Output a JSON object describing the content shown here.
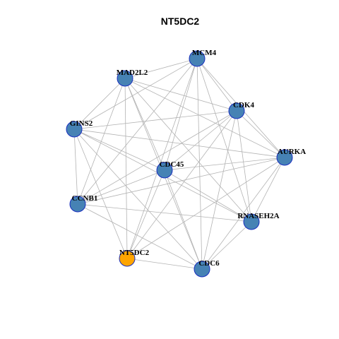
{
  "title": "NT5DC2",
  "colors": {
    "hub_node": "#FFA500",
    "node": "#4682B4",
    "node_border": "#1A2FBF",
    "edge": "#B3B3B3"
  },
  "nodes": [
    {
      "id": "MCM4",
      "label": "MCM4",
      "hub": false
    },
    {
      "id": "MAD2L2",
      "label": "MAD2L2",
      "hub": false
    },
    {
      "id": "CDK4",
      "label": "CDK4",
      "hub": false
    },
    {
      "id": "GINS2",
      "label": "GINS2",
      "hub": false
    },
    {
      "id": "AURKA",
      "label": "AURKA",
      "hub": false
    },
    {
      "id": "CDC45",
      "label": "CDC45",
      "hub": false
    },
    {
      "id": "CCNB1",
      "label": "CCNB1",
      "hub": false
    },
    {
      "id": "RNASEH2A",
      "label": "RNASEH2A",
      "hub": false
    },
    {
      "id": "NT5DC2",
      "label": "NT5DC2",
      "hub": true
    },
    {
      "id": "CDC6",
      "label": "CDC6",
      "hub": false
    }
  ],
  "edges": [
    [
      "MCM4",
      "MAD2L2"
    ],
    [
      "MCM4",
      "CDK4"
    ],
    [
      "MCM4",
      "GINS2"
    ],
    [
      "MCM4",
      "AURKA"
    ],
    [
      "MCM4",
      "CDC45"
    ],
    [
      "MCM4",
      "CCNB1"
    ],
    [
      "MCM4",
      "RNASEH2A"
    ],
    [
      "MCM4",
      "NT5DC2"
    ],
    [
      "MCM4",
      "CDC6"
    ],
    [
      "MAD2L2",
      "CDK4"
    ],
    [
      "MAD2L2",
      "GINS2"
    ],
    [
      "MAD2L2",
      "AURKA"
    ],
    [
      "MAD2L2",
      "CDC45"
    ],
    [
      "MAD2L2",
      "CCNB1"
    ],
    [
      "MAD2L2",
      "RNASEH2A"
    ],
    [
      "MAD2L2",
      "NT5DC2"
    ],
    [
      "MAD2L2",
      "CDC6"
    ],
    [
      "CDK4",
      "GINS2"
    ],
    [
      "CDK4",
      "AURKA"
    ],
    [
      "CDK4",
      "CDC45"
    ],
    [
      "CDK4",
      "CCNB1"
    ],
    [
      "CDK4",
      "RNASEH2A"
    ],
    [
      "CDK4",
      "NT5DC2"
    ],
    [
      "CDK4",
      "CDC6"
    ],
    [
      "GINS2",
      "AURKA"
    ],
    [
      "GINS2",
      "CDC45"
    ],
    [
      "GINS2",
      "CCNB1"
    ],
    [
      "GINS2",
      "RNASEH2A"
    ],
    [
      "GINS2",
      "NT5DC2"
    ],
    [
      "GINS2",
      "CDC6"
    ],
    [
      "AURKA",
      "CDC45"
    ],
    [
      "AURKA",
      "CCNB1"
    ],
    [
      "AURKA",
      "RNASEH2A"
    ],
    [
      "AURKA",
      "NT5DC2"
    ],
    [
      "AURKA",
      "CDC6"
    ],
    [
      "CDC45",
      "CCNB1"
    ],
    [
      "CDC45",
      "RNASEH2A"
    ],
    [
      "CDC45",
      "NT5DC2"
    ],
    [
      "CDC45",
      "CDC6"
    ],
    [
      "CCNB1",
      "RNASEH2A"
    ],
    [
      "CCNB1",
      "CDC6"
    ],
    [
      "RNASEH2A",
      "CDC6"
    ],
    [
      "NT5DC2",
      "CDC6"
    ]
  ]
}
